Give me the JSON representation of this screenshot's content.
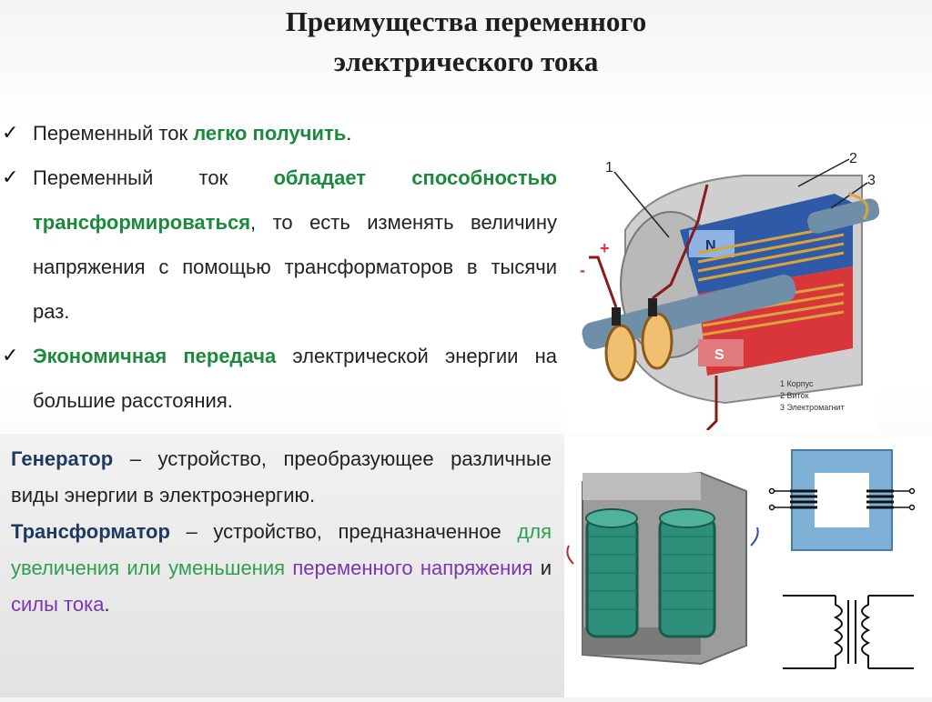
{
  "title": {
    "line1": "Преимущества переменного",
    "line2": "электрического тока"
  },
  "bullets": [
    {
      "text_before": "Переменный ток ",
      "highlight": "легко получить",
      "text_after": "."
    },
    {
      "text_before": "Переменный ток ",
      "highlight": "обладает способностью трансформироваться",
      "text_after": ", то есть изменять величину напряжения с помощью трансформаторов в тысячи раз."
    },
    {
      "text_before": "",
      "highlight": "Экономичная передача",
      "text_after": " электрической энергии на большие расстояния."
    }
  ],
  "definitions": {
    "generator": {
      "term": "Генератор",
      "text": " – устройство, преобразующее различные виды энергии в электроэнергию."
    },
    "transformer": {
      "term": "Трансформатор",
      "text_1": " – устройство, предназначенное ",
      "green_1": "для увеличения или уменьшения",
      "text_2": " ",
      "purple_1": "переменного напряжения",
      "text_3": " и ",
      "purple_2": "силы тока",
      "text_4": "."
    }
  },
  "generator_diagram": {
    "callouts": [
      "1",
      "2",
      "3"
    ],
    "plus": "+",
    "minus": "-",
    "pole_n": "N",
    "pole_s": "S",
    "legend": [
      "1 Корпус",
      "2 Виток",
      "3 Электромагнит"
    ]
  },
  "colors": {
    "green_highlight": "#1c8a3c",
    "navy_term": "#1f3a5f",
    "purple_text": "#7a35b0"
  }
}
